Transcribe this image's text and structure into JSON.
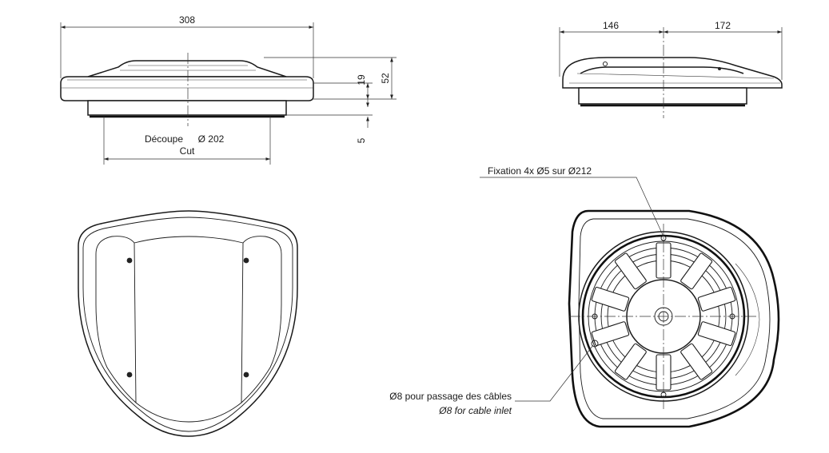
{
  "dimensions": {
    "overall_width": "308",
    "height_base": "19",
    "overall_height": "52",
    "flange_step": "5",
    "cutout_label": "Découpe",
    "cutout_diameter": "Ø 202",
    "cutout_sub": "Cut",
    "side_left": "146",
    "side_right": "172"
  },
  "annotations": {
    "fixation": "Fixation 4x Ø5 sur Ø212",
    "cable_fr": "Ø8 pour passage des câbles",
    "cable_en": "Ø8 for cable inlet"
  }
}
